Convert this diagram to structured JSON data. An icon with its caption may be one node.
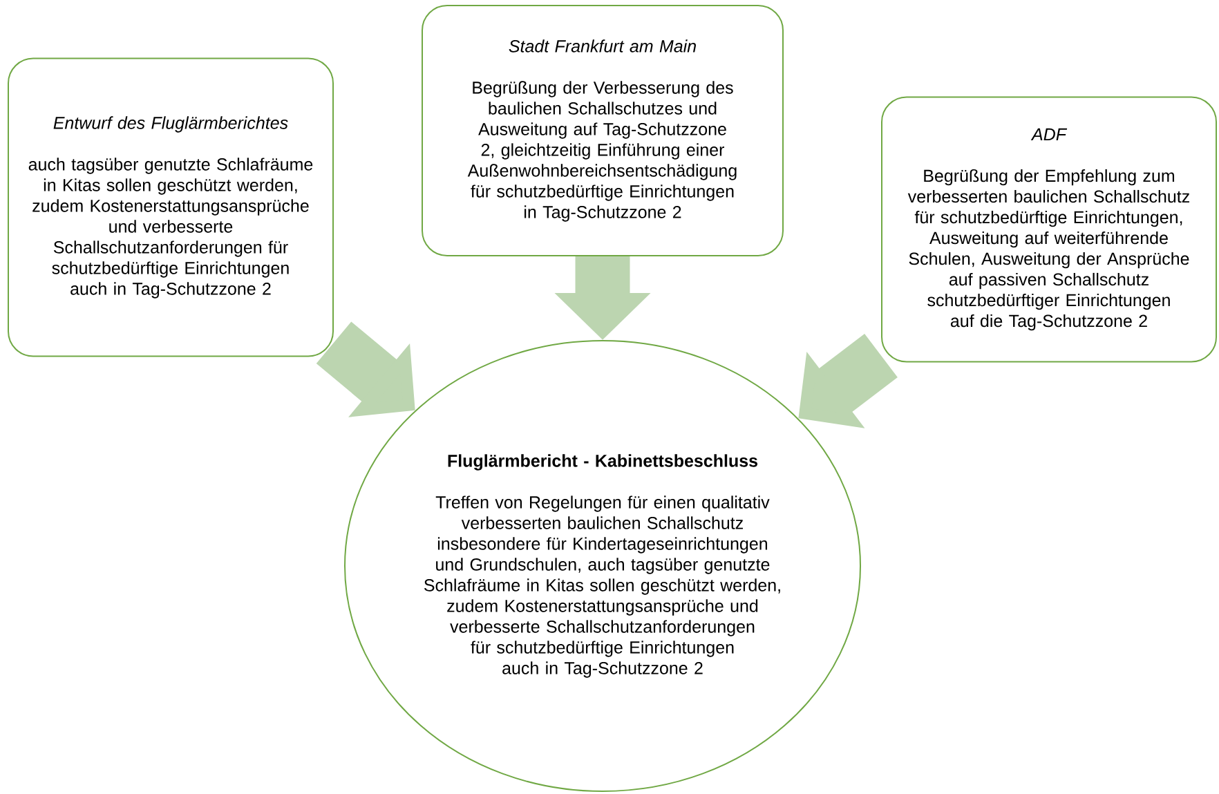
{
  "diagram": {
    "nodes": [
      {
        "text": [
          "Entwurf des Fluglärmberichtes",
          "auch tagsüber genutzte Schlafräume in Kitas sollen geschützt werden, zudem Kostenerstattungsansprüche und verbesserte Schallschutzanforderungen für schutzbedürftige Einrichtungen auch in Tag-Schutzzone 2"
        ]
      },
      {
        "text": [
          "Stadt Frankfurt am Main",
          "Begrüßung der Verbesserung des baulichen Schallschutzes und Ausweitung auf Tag-Schutzzone 2, gleichtzeitig Einführung einer Außenwohnbereichsentschädigung für schutzbedürftige Einrichtungen in Tag-Schutzzone 2"
        ]
      },
      {
        "text": [
          "ADF",
          "Begrüßung der Empfehlung zum verbesserten baulichen Schallschutz für schutzbedürftige Einrichtungen, Ausweitung auf weiterführende Schulen, Ausweitung der Ansprüche auf passiven Schallschutz schutzbedürftiger Einrichtungen auf die Tag-Schutzzone 2"
        ]
      },
      {
        "text": [
          "Fluglärmbericht - Kabinettsbeschluss",
          "Treffen von Regelungen für einen qualitativ verbesserten baulichen Schallschutz insbesondere für Kindertageseinrichtungen und Grundschulen, auch tagsüber genutzte Schlafräume in Kitas sollen geschützt werden, zudem Kostenerstattungsansprüche und verbesserte Schallschutzanforderungen für schutzbedürftige Einrichtungen auch in Tag-Schutzzone 2"
        ]
      }
    ],
    "edges": [
      {
        "from": 0,
        "to": 3,
        "arrow": "to"
      },
      {
        "from": 1,
        "to": 3,
        "arrow": "to"
      },
      {
        "from": 2,
        "to": 3,
        "arrow": "to"
      }
    ]
  }
}
